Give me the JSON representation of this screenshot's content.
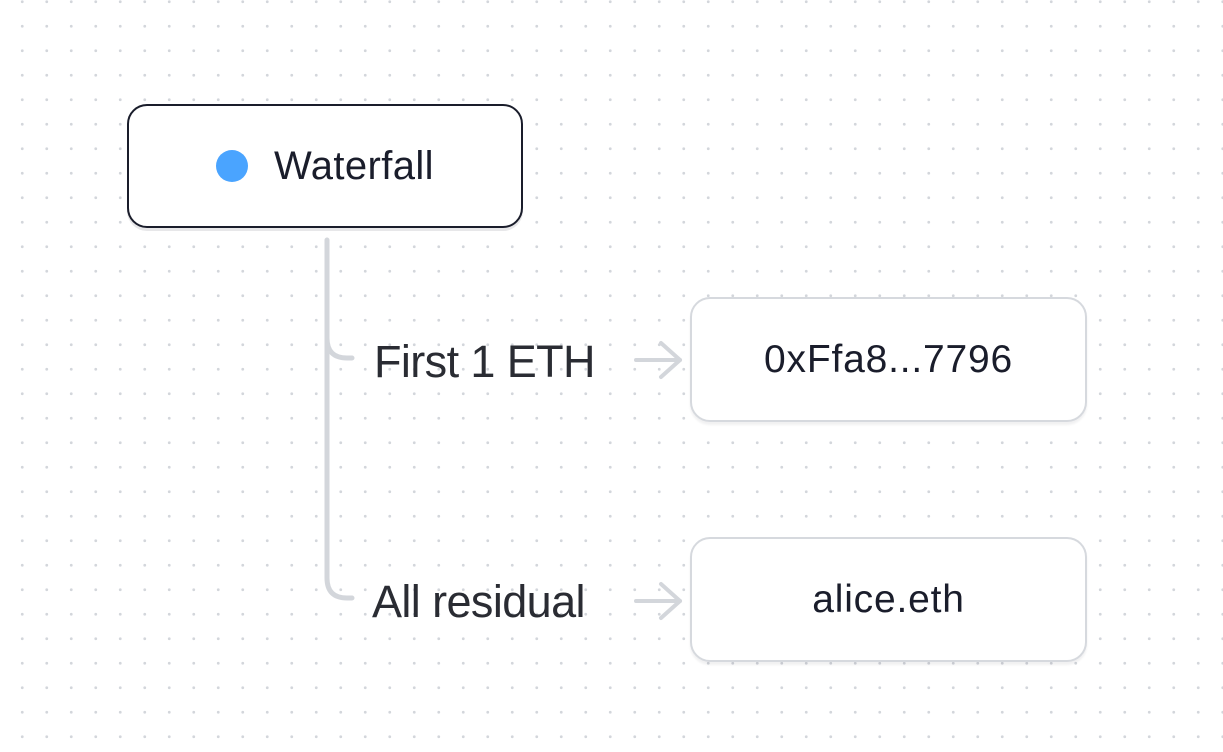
{
  "diagram": {
    "root": {
      "label": "Waterfall",
      "status_color": "#4aa4ff"
    },
    "tranches": [
      {
        "condition": "First 1 ETH",
        "recipient": "0xFfa8...7796"
      },
      {
        "condition": "All residual",
        "recipient": "alice.eth"
      }
    ],
    "connector_color": "#d3d6db",
    "arrow_icon": "arrow-right-icon"
  }
}
